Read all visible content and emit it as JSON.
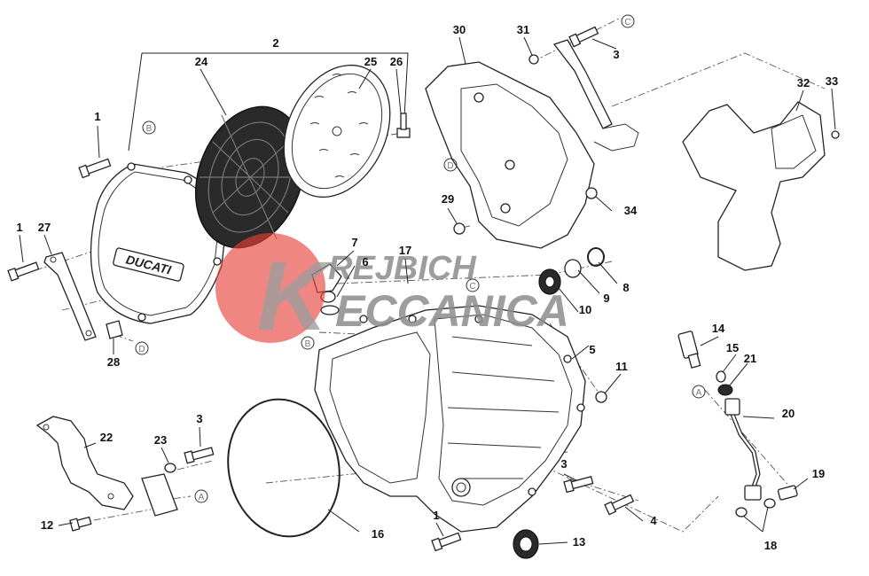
{
  "watermark": {
    "line1": "REJBICH",
    "line2": "ECCANICA",
    "color_red": "#e8413a",
    "color_gray": "#8c8c8c"
  },
  "brand_text": "DUCATI",
  "colors": {
    "line": "#222222",
    "background": "#ffffff"
  },
  "callouts": {
    "n1a": "1",
    "n1b": "1",
    "n1c": "1",
    "n2": "2",
    "n3a": "3",
    "n3b": "3",
    "n3c": "3",
    "n4": "4",
    "n5": "5",
    "n6": "6",
    "n7": "7",
    "n8": "8",
    "n9": "9",
    "n10": "10",
    "n11": "11",
    "n12": "12",
    "n13": "13",
    "n14": "14",
    "n15": "15",
    "n16": "16",
    "n17": "17",
    "n18": "18",
    "n19": "19",
    "n20": "20",
    "n21": "21",
    "n22": "22",
    "n23": "23",
    "n24": "24",
    "n25": "25",
    "n26": "26",
    "n27": "27",
    "n28": "28",
    "n29": "29",
    "n30": "30",
    "n31": "31",
    "n32": "32",
    "n33": "33",
    "n34": "34"
  },
  "refs": {
    "a1": "A",
    "a2": "A",
    "b1": "B",
    "b2": "B",
    "c1": "C",
    "c2": "C",
    "d1": "D",
    "d2": "D"
  }
}
